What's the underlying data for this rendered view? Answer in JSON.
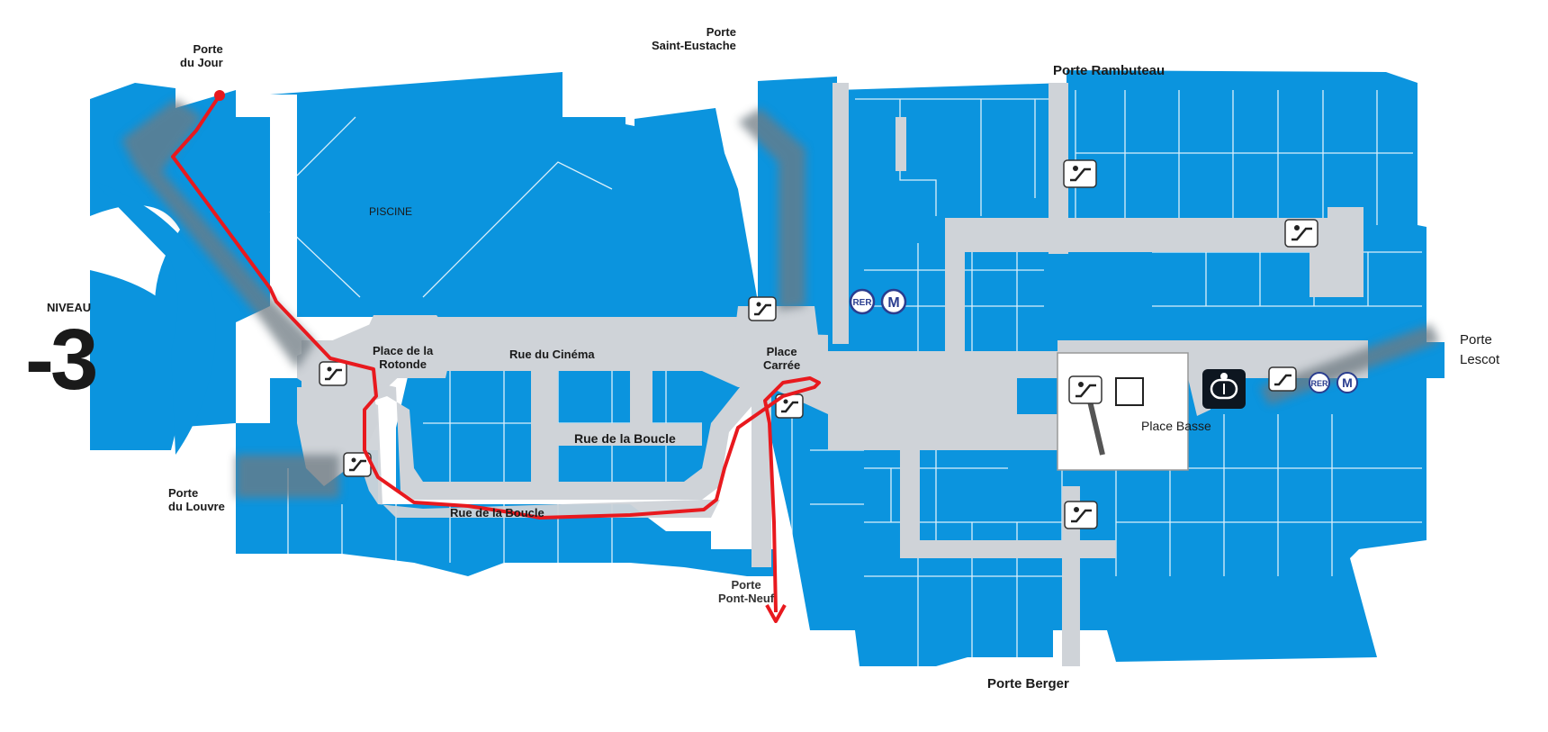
{
  "level": {
    "caption": "NIVEAU",
    "number": "-3"
  },
  "areas": {
    "piscine": "PISCINE",
    "place_rotonde": "Place de la\nRotonde",
    "rue_cinema": "Rue du Cinéma",
    "place_carree": "Place\nCarrée",
    "rue_boucle_upper": "Rue de la Boucle",
    "rue_boucle_lower": "Rue de la Boucle",
    "place_basse": "Place Basse"
  },
  "gates": {
    "porte_du_jour": "Porte\ndu Jour",
    "porte_saint_eustache": "Porte\nSaint-Eustache",
    "porte_rambuteau": "Porte Rambuteau",
    "porte_lescot": "Porte\nLescot",
    "porte_du_louvre": "Porte\ndu Louvre",
    "porte_pont_neuf": "Porte\nPont-Neuf",
    "porte_berger": "Porte Berger"
  },
  "transit": {
    "rer_label": "RER",
    "metro_label": "M"
  },
  "colors": {
    "shops": "#0b94de",
    "corridor": "#cfd3d8",
    "route": "#e8191e",
    "background": "#ffffff",
    "outline": "#ffffff",
    "text": "#1a1a1a",
    "transit_ring": "#2a3d8f"
  },
  "icons": [
    "escalator-icon",
    "elevator-icon",
    "rer-icon",
    "metro-icon",
    "route-start-dot",
    "route-end-arrow"
  ]
}
